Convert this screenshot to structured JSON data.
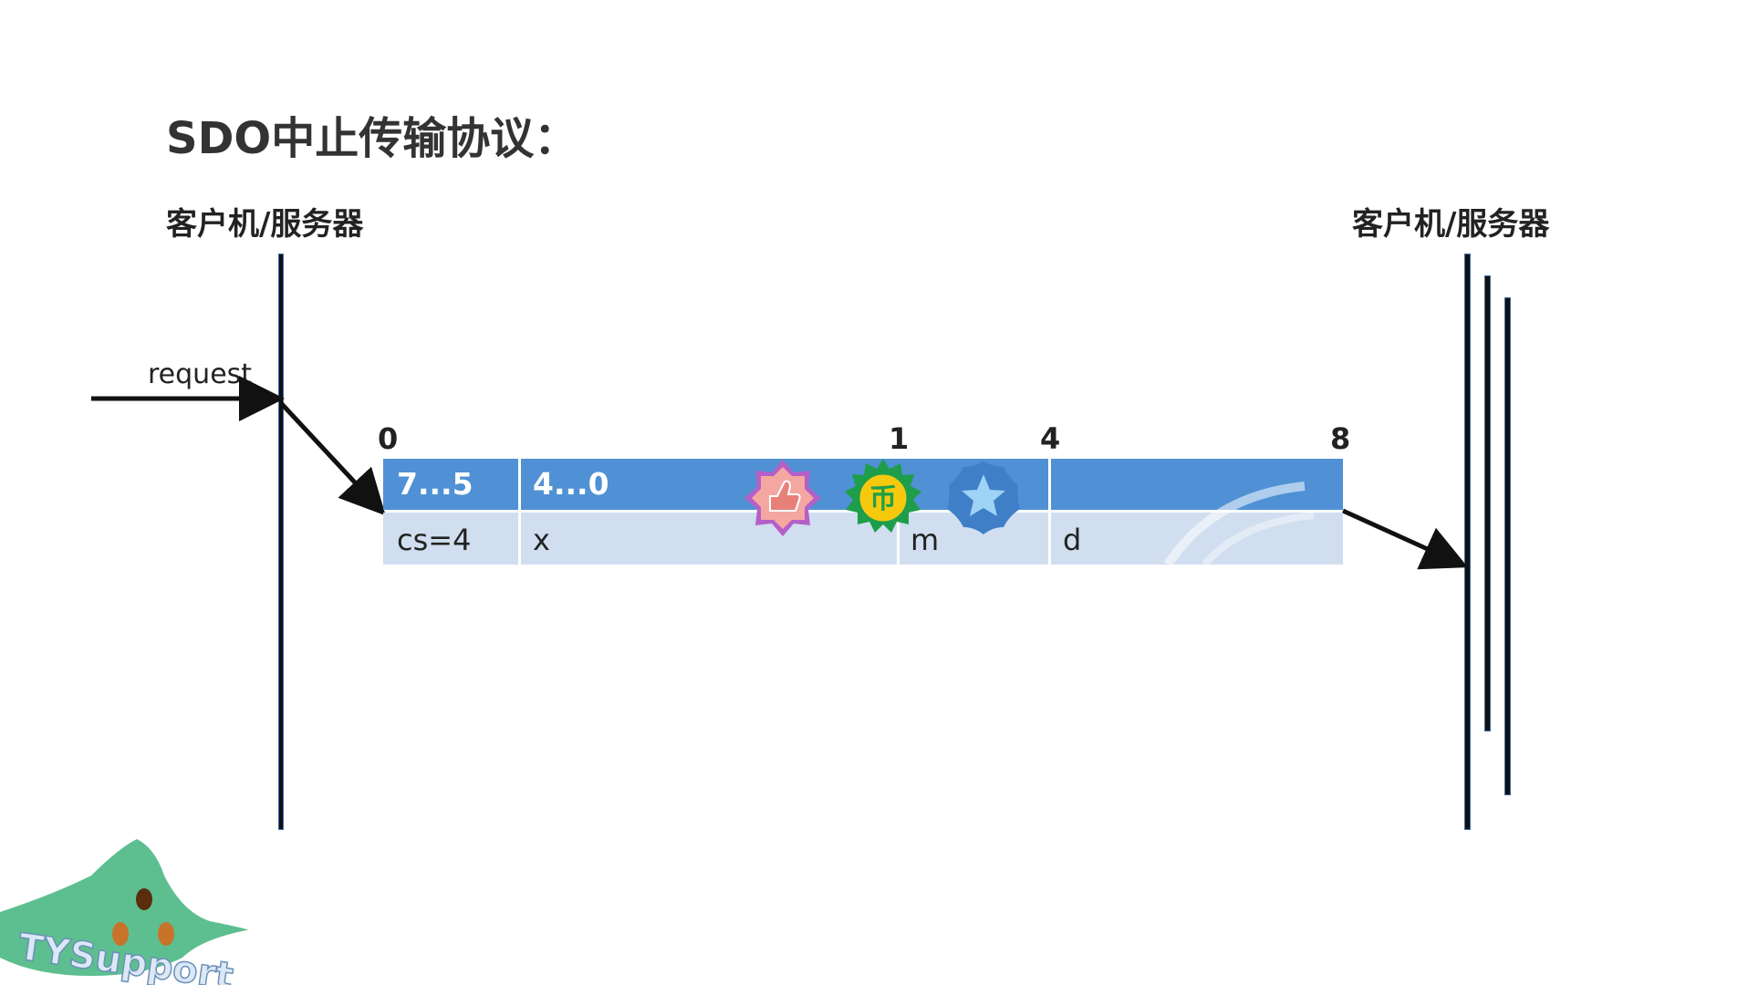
{
  "title": "SDO中止传输协议：",
  "left_label": "客户机/服务器",
  "right_label": "客户机/服务器",
  "request_label": "request",
  "bit_positions": [
    "0",
    "1",
    "4",
    "8"
  ],
  "frame": {
    "top_cells": [
      "7...5",
      "4...0",
      ""
    ],
    "bottom_cells": [
      "cs=4",
      "x",
      "m",
      "d"
    ]
  },
  "badges": [
    "thumbs-up-badge",
    "coin-badge",
    "star-badge"
  ],
  "watermark": "TYSupport",
  "colors": {
    "frame_top": "#4f91d4",
    "frame_bottom": "#d0def0",
    "badge_purple": "#b65fc7",
    "badge_green": "#1e9e4a",
    "badge_blue": "#3f7fc7",
    "logo_green": "#5dbf8f"
  }
}
